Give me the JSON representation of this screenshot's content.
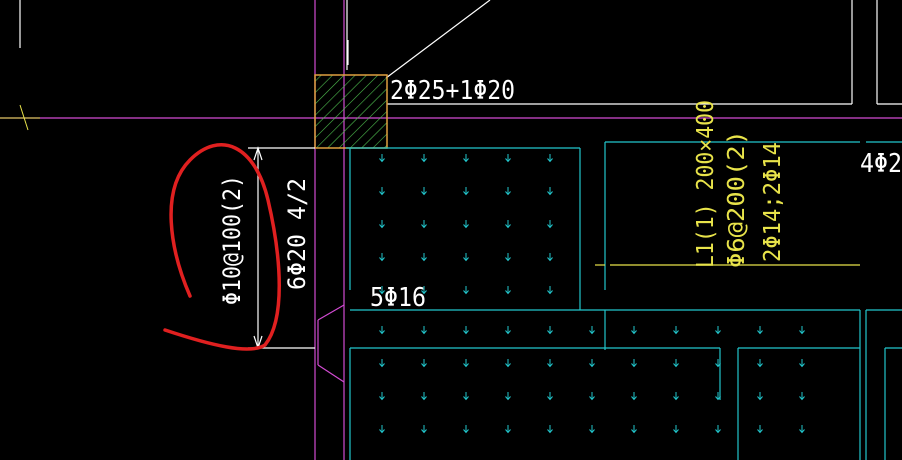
{
  "colors": {
    "background": "#000000",
    "magenta": "#d24bd2",
    "cyan": "#22c6cc",
    "white": "#ffffff",
    "yellow": "#e8e34a",
    "orange": "#e0a040",
    "green_hatch": "#4fbf4f",
    "markup_red": "#e02020"
  },
  "labels": {
    "column_top_rebar": "2Φ25+1Φ20",
    "column_side_rebar": "6Φ20 4/2",
    "stirrup_circled": "Φ10@100(2)",
    "wall_rebar": "5Φ16",
    "beam_name": "L1(1) 200×400",
    "beam_stirrup": "Φ6@200(2)",
    "beam_main_rebar": "2Φ14;2Φ14",
    "edge_label": "4Φ2"
  }
}
